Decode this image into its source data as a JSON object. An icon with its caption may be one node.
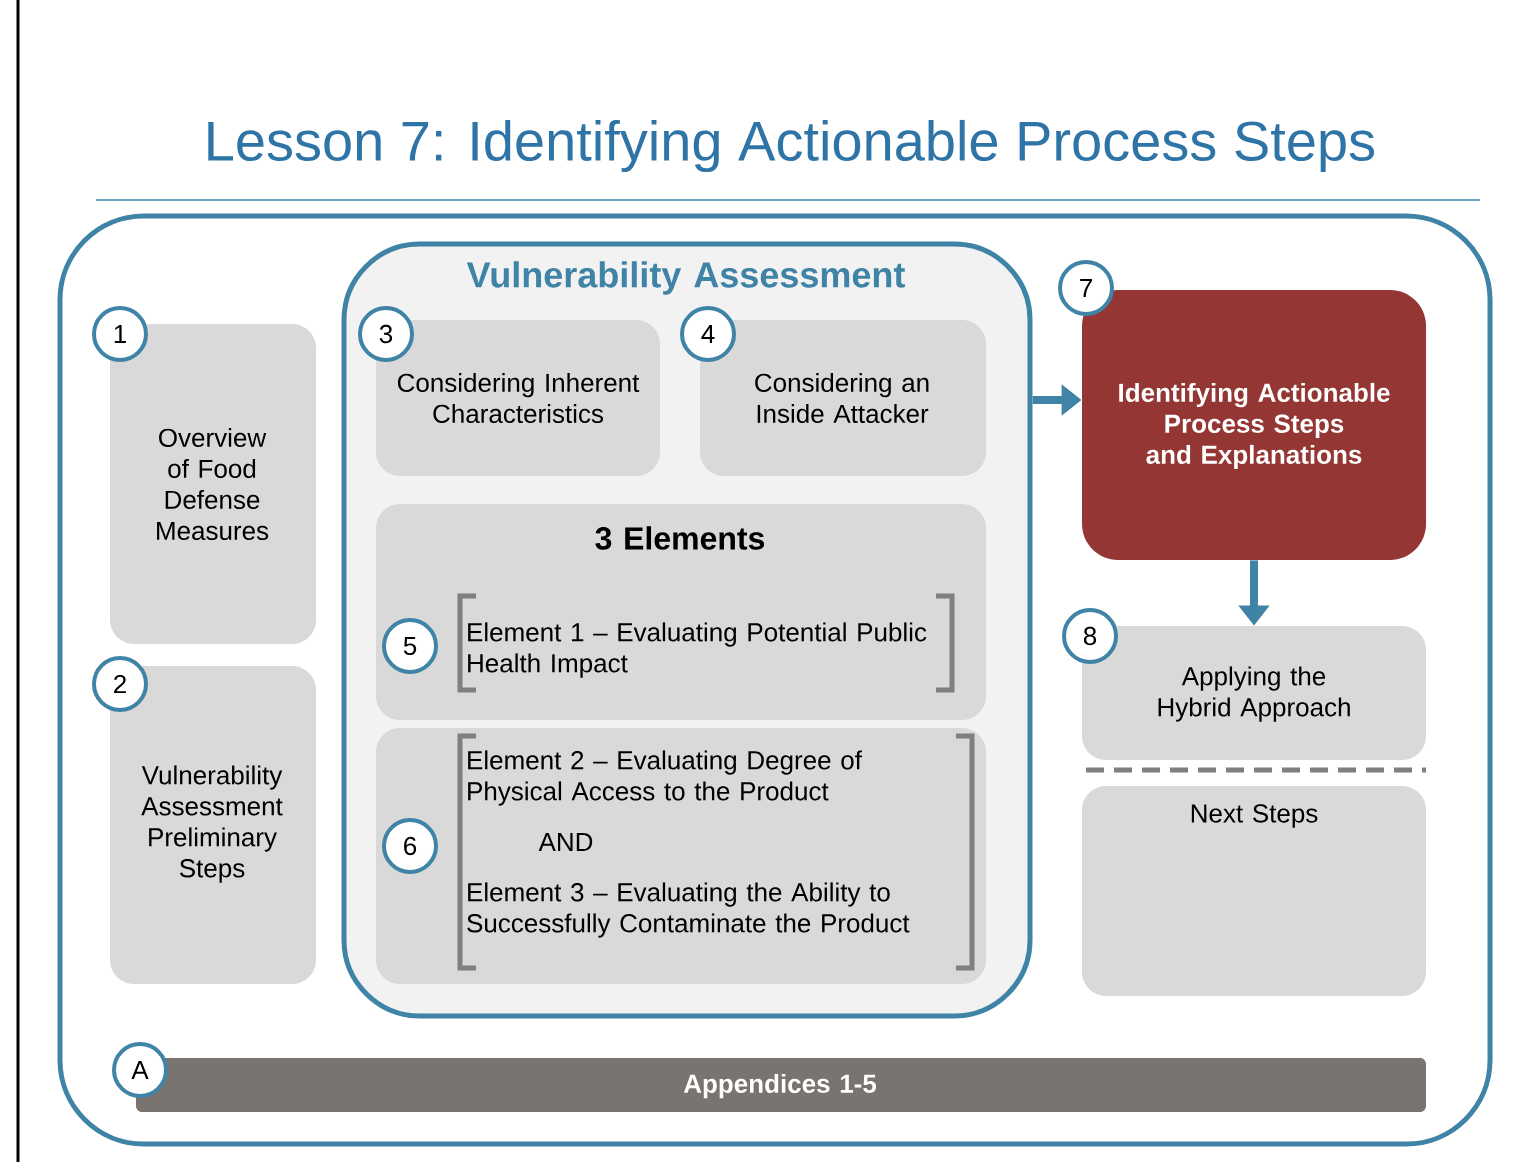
{
  "diagram": {
    "title": "Lesson 7: Identifying Actionable Process Steps",
    "nodes": [
      {
        "text": [],
        "shape": "box"
      },
      {
        "text": [
          "Overview of Food Defense Measures"
        ],
        "in": 0
      },
      {
        "text": [
          "1"
        ],
        "in": 0
      },
      {
        "text": [
          "Vulnerability Assessment Preliminary Steps"
        ],
        "in": 0
      },
      {
        "text": [
          "2"
        ],
        "in": 0
      },
      {
        "text": [
          "Vulnerability Assessment"
        ],
        "in": 0
      },
      {
        "text": [
          "Considering Inherent Characteristics"
        ],
        "in": 5
      },
      {
        "text": [
          "3"
        ],
        "in": 5
      },
      {
        "text": [
          "Considering an Inside Attacker"
        ],
        "in": 5
      },
      {
        "text": [
          "4"
        ],
        "in": 5
      },
      {
        "text": [
          "3 Elements",
          "Element 1 – Evaluating Potential Public Health Impact"
        ],
        "in": 5
      },
      {
        "text": [
          "5"
        ],
        "in": 10
      },
      {
        "text": [
          "Element 2 – Evaluating Degree of Physical Access to the Product",
          "AND",
          "Element 3 – Evaluating the Ability to Successfully Contaminate the Product"
        ],
        "in": 5
      },
      {
        "text": [
          "6"
        ],
        "in": 12
      },
      {
        "text": [
          "Identifying Actionable Process Steps and Explanations"
        ],
        "in": 0
      },
      {
        "text": [
          "7"
        ],
        "in": 0
      },
      {
        "text": [
          "Applying the Hybrid Approach"
        ],
        "in": 0
      },
      {
        "text": [
          "8"
        ],
        "in": 0
      },
      {
        "text": [
          "Next Steps"
        ],
        "in": 0
      },
      {
        "text": [
          "Appendices 1-5"
        ],
        "in": 0
      },
      {
        "text": [
          "A"
        ],
        "in": 0
      }
    ],
    "edges": [
      {
        "from": 5,
        "to": 14,
        "arrow": "to"
      },
      {
        "from": 14,
        "to": 16,
        "arrow": "to"
      }
    ]
  }
}
